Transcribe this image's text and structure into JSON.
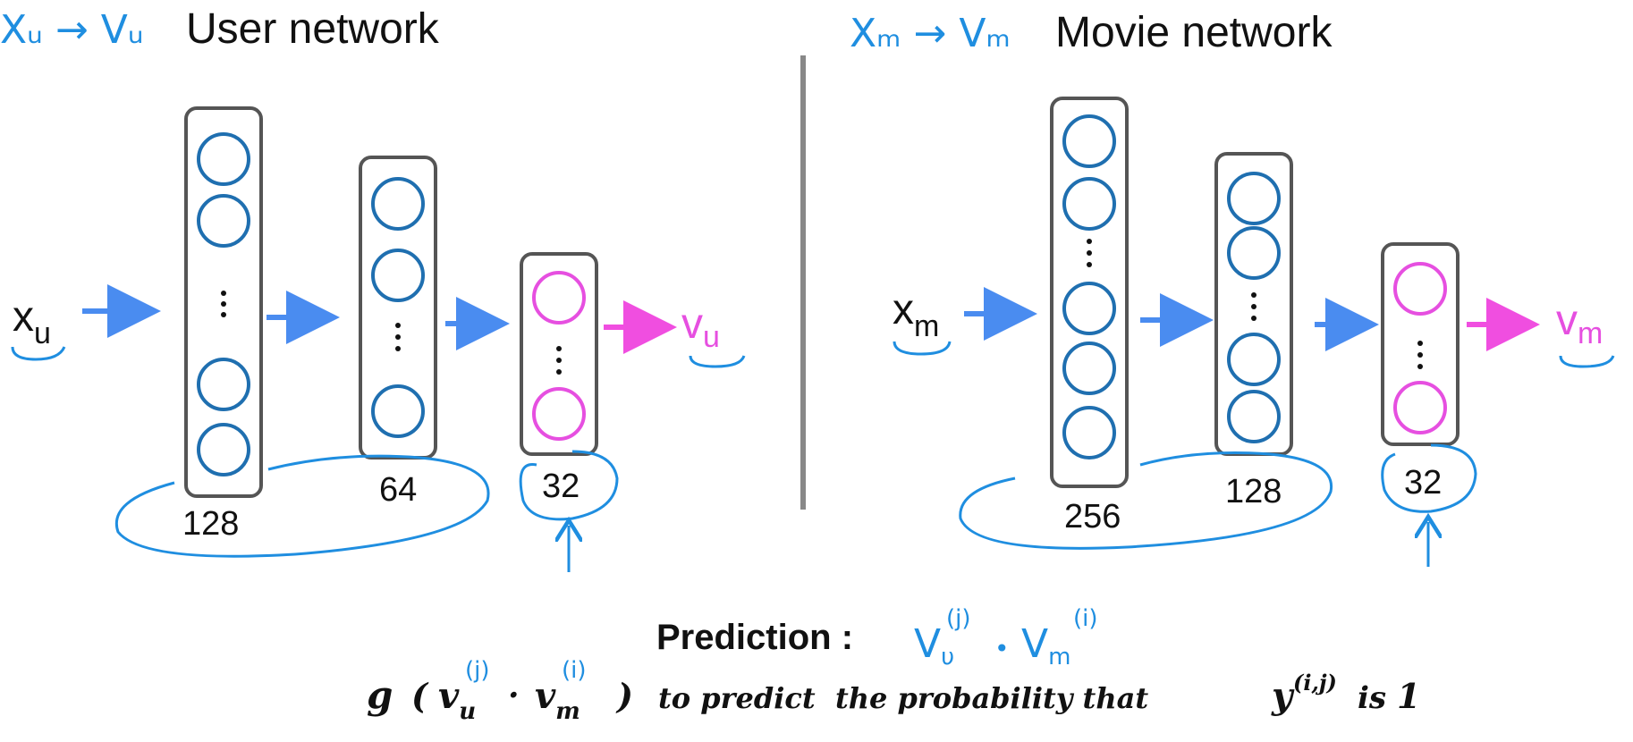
{
  "user": {
    "handwritten_title": "Xᵤ → Vᵤ",
    "title": "User network",
    "input_label": "x",
    "input_sub": "u",
    "output_label": "v",
    "output_sub": "u",
    "layer_sizes": [
      "128",
      "64",
      "32"
    ]
  },
  "movie": {
    "handwritten_title": "Xₘ → Vₘ",
    "title": "Movie network",
    "input_label": "x",
    "input_sub": "m",
    "output_label": "v",
    "output_sub": "m",
    "layer_sizes": [
      "256",
      "128",
      "32"
    ]
  },
  "prediction": {
    "label": "Prediction :",
    "handwritten_vu": "V",
    "handwritten_vu_sub": "υ",
    "handwritten_vu_sup": "(j)",
    "dot": "•",
    "handwritten_vm": "V",
    "handwritten_vm_sub": "m",
    "handwritten_vm_sup": "(i)"
  },
  "formula": {
    "g": "g",
    "open": "(",
    "v1": "v",
    "v1_sub": "u",
    "v1_sup": "(j)",
    "cdot": "·",
    "v2": "v",
    "v2_sub": "m",
    "v2_sup": "(i)",
    "close": ")",
    "text": "to predict  the probability that",
    "y": "y",
    "y_sup": "(i,j)",
    "tail": "is",
    "one": "1"
  },
  "colors": {
    "box_stroke": "#555555",
    "neuron_blue": "#1f6fb0",
    "neuron_pink": "#e64fe0",
    "arrow_blue": "#4a8cf0",
    "arrow_pink": "#f04ee0",
    "handwriting": "#1f8ee0",
    "divider": "#888888"
  }
}
